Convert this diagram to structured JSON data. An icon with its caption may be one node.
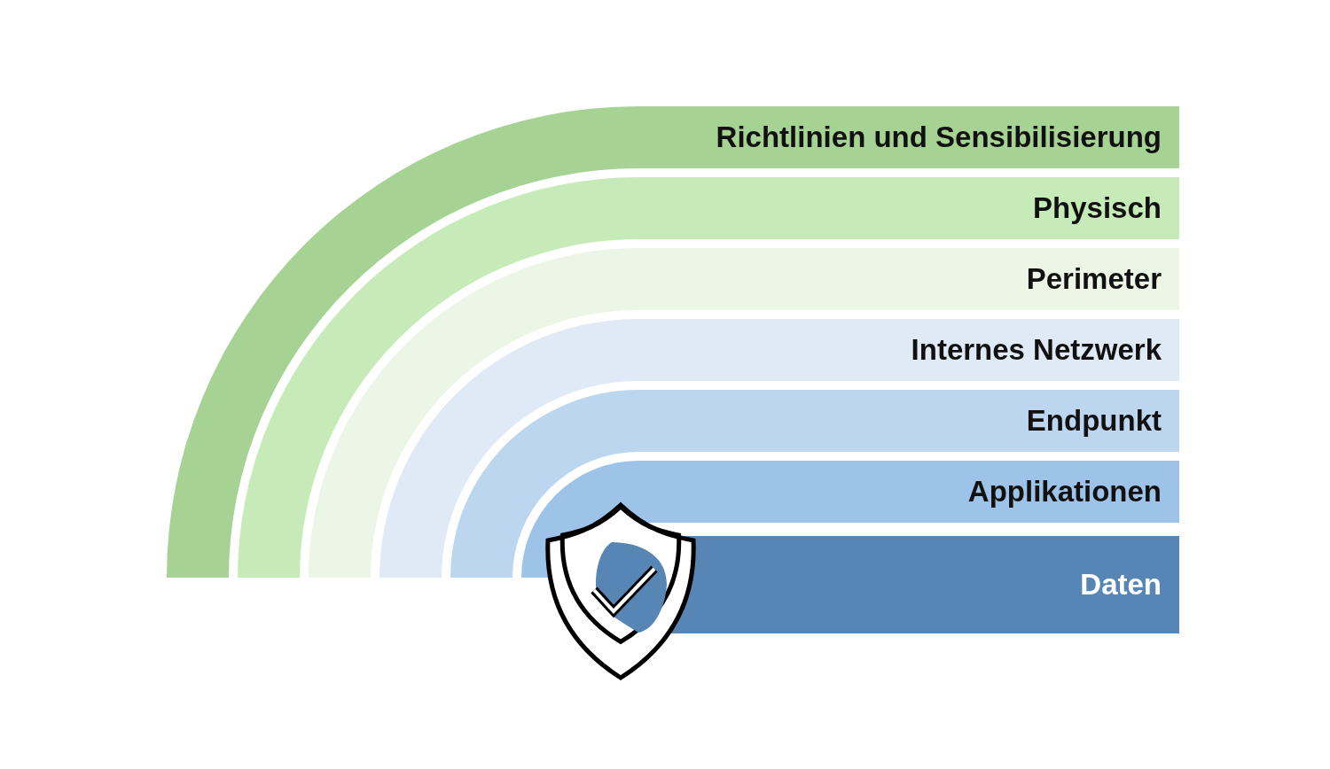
{
  "diagram": {
    "nodes": [
      {
        "text": [
          "Richtlinien und Sensibilisierung"
        ]
      },
      {
        "text": [
          "Physisch"
        ]
      },
      {
        "text": [
          "Perimeter"
        ]
      },
      {
        "text": [
          "Internes Netzwerk"
        ]
      },
      {
        "text": [
          "Endpunkt"
        ]
      },
      {
        "text": [
          "Applikationen"
        ]
      },
      {
        "text": [
          "Daten"
        ]
      }
    ]
  }
}
